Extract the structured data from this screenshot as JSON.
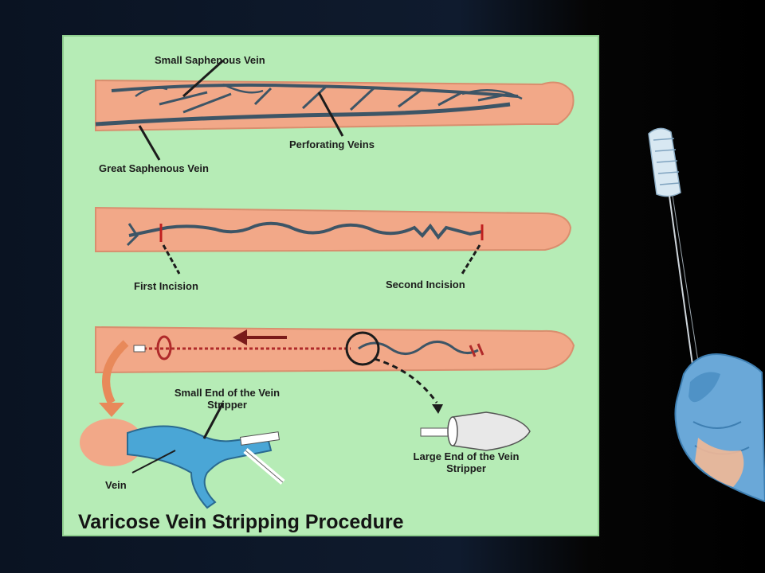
{
  "diagram": {
    "title": "Varicose Vein Stripping Procedure",
    "labels": {
      "small_saphenous_vein": "Small Saphenous Vein",
      "perforating_veins": "Perforating Veins",
      "great_saphenous_vein": "Great Saphenous Vein",
      "first_incision": "First Incision",
      "second_incision": "Second Incision",
      "small_end_stripper": "Small End of the Vein Stripper",
      "large_end_stripper": "Large End of the Vein Stripper",
      "vein": "Vein"
    }
  },
  "colors": {
    "panel_background": "#b6ecb6",
    "skin": "#f2a888",
    "vein": "#3d5566",
    "stripper_blue": "#4aa6d6",
    "glove_blue": "#6aa8d8",
    "background": "#0b1220"
  },
  "icons": {
    "photo": "gloved-hand-holding-vein-stripper-icon"
  }
}
